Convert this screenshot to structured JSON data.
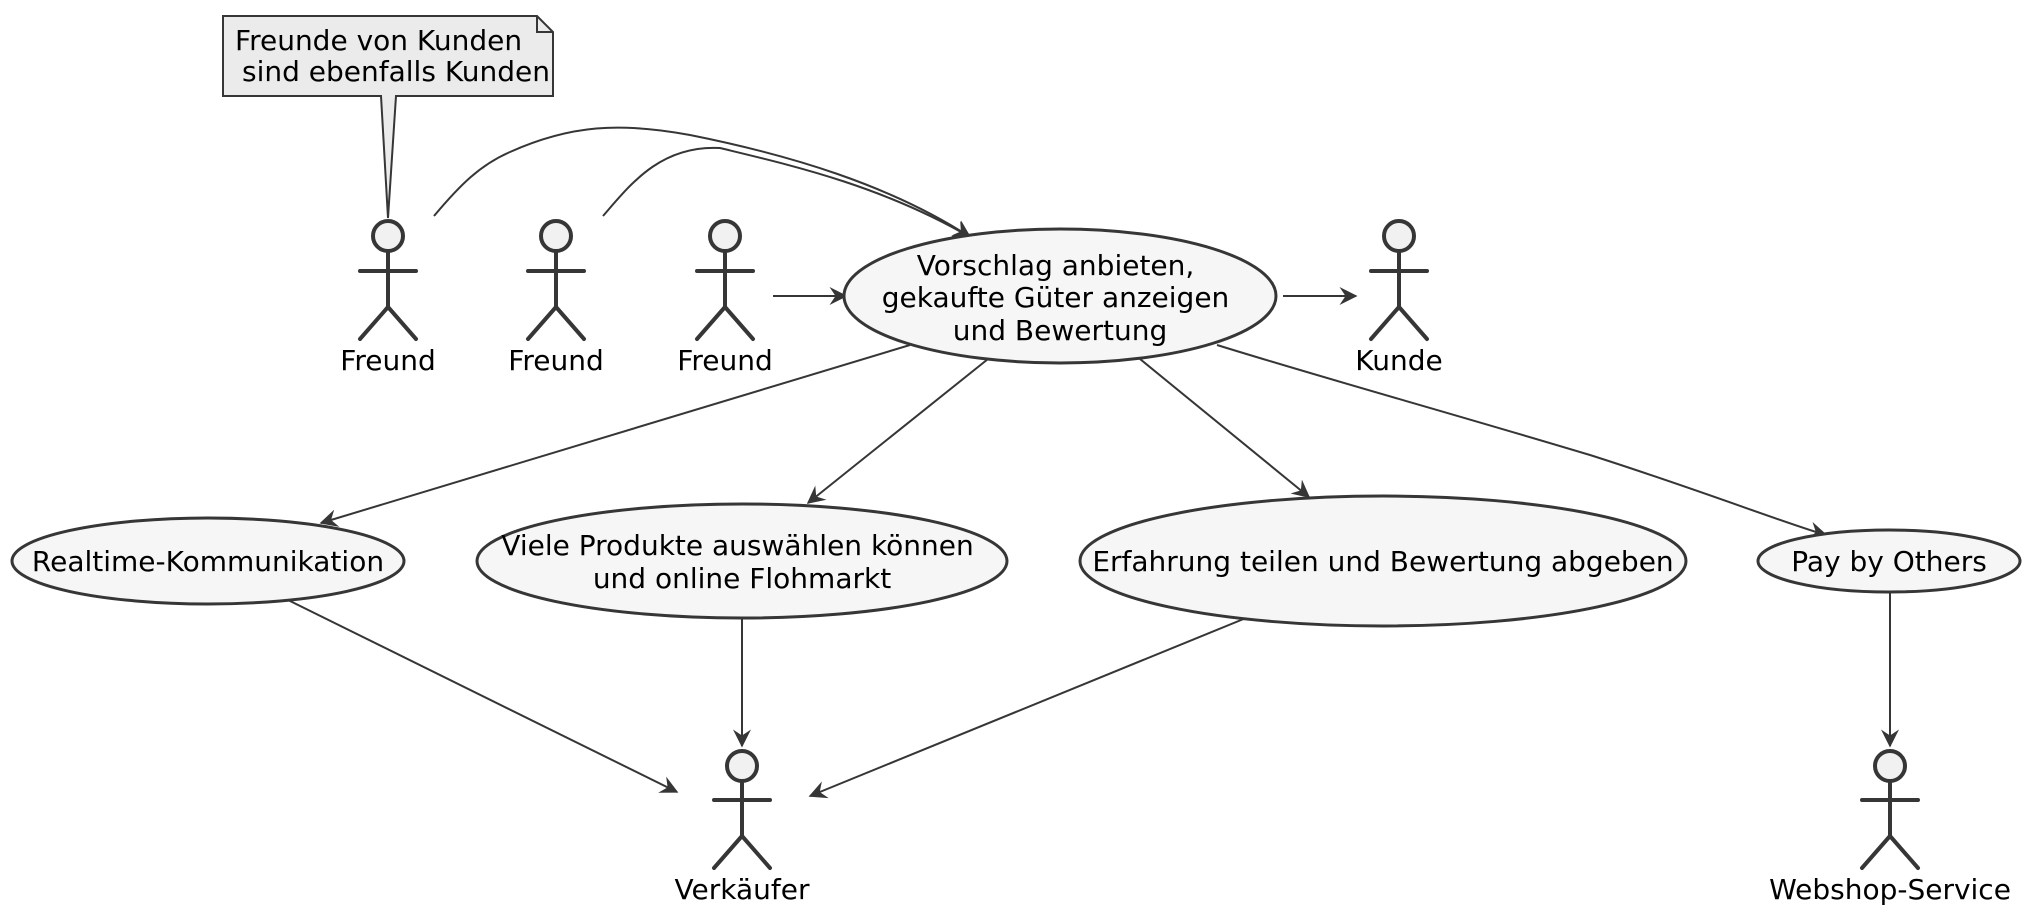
{
  "note": {
    "line1": "Freunde von Kunden",
    "line2": "sind ebenfalls Kunden"
  },
  "actors": {
    "freund1": "Freund",
    "freund2": "Freund",
    "freund3": "Freund",
    "kunde": "Kunde",
    "verkaeufer": "Verkäufer",
    "webshop": "Webshop-Service"
  },
  "usecases": {
    "vorschlag": [
      "Vorschlag anbieten,",
      "gekaufte Güter anzeigen",
      "und Bewertung"
    ],
    "realtime": [
      "Realtime-Kommunikation"
    ],
    "produkte": [
      "Viele Produkte auswählen können",
      "und online Flohmarkt"
    ],
    "erfahrung": [
      "Erfahrung teilen und Bewertung abgeben"
    ],
    "pay": [
      "Pay by Others"
    ]
  },
  "colors": {
    "stroke": "#363636",
    "usecase_fill": "#F6F6F6",
    "note_fill": "#EBEBEB",
    "actor_fill": "#F1F1F1"
  }
}
